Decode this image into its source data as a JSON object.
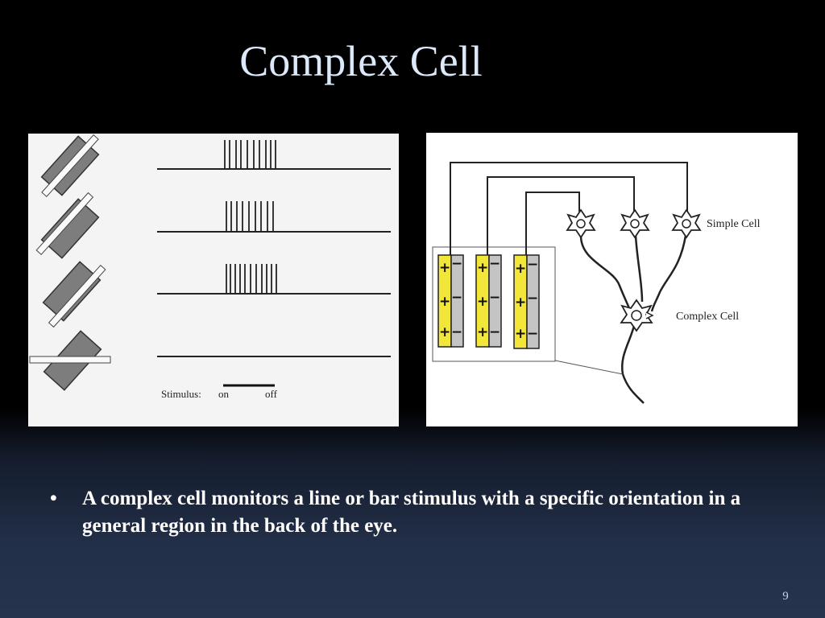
{
  "slide": {
    "title": "Complex Cell",
    "bullet_marker": "•",
    "bullet_text": "A complex cell monitors a line or bar stimulus with a specific orientation in a general region in the back of the eye.",
    "page_number": "9"
  },
  "left_figure": {
    "stimulus_label": "Stimulus:",
    "on_label": "on",
    "off_label": "off"
  },
  "right_figure": {
    "simple_cell_label": "Simple Cell",
    "complex_cell_label": "Complex Cell",
    "plus_sign": "+",
    "minus_sign": "−"
  },
  "colors": {
    "title": "#dce9fb",
    "receptive_field_yellow": "#f3e63a",
    "receptive_field_gray": "#c4c4c4",
    "bar_gray": "#7d7d7d"
  }
}
